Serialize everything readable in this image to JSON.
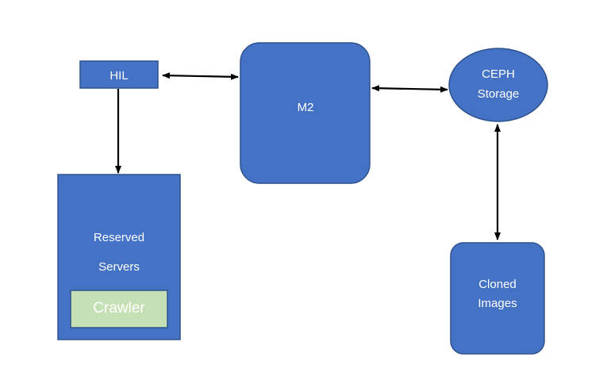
{
  "colors": {
    "node_fill": "#4472C4",
    "node_stroke": "#2F528F",
    "inner_fill": "#C5E0B4",
    "inner_stroke": "#2F528F",
    "text": "#FFFFFF",
    "arrow": "#000000"
  },
  "nodes": {
    "hil": {
      "label": "HIL"
    },
    "m2": {
      "label": "M2"
    },
    "ceph": {
      "line1": "CEPH",
      "line2": "Storage"
    },
    "reserved_servers": {
      "line1": "Reserved",
      "line2": "Servers"
    },
    "crawler": {
      "label": "Crawler"
    },
    "cloned_images": {
      "line1": "Cloned",
      "line2": "Images"
    }
  },
  "connections": [
    {
      "from": "hil",
      "to": "m2",
      "direction": "both"
    },
    {
      "from": "m2",
      "to": "ceph",
      "direction": "both"
    },
    {
      "from": "hil",
      "to": "reserved_servers",
      "direction": "forward"
    },
    {
      "from": "ceph",
      "to": "cloned_images",
      "direction": "both"
    }
  ]
}
